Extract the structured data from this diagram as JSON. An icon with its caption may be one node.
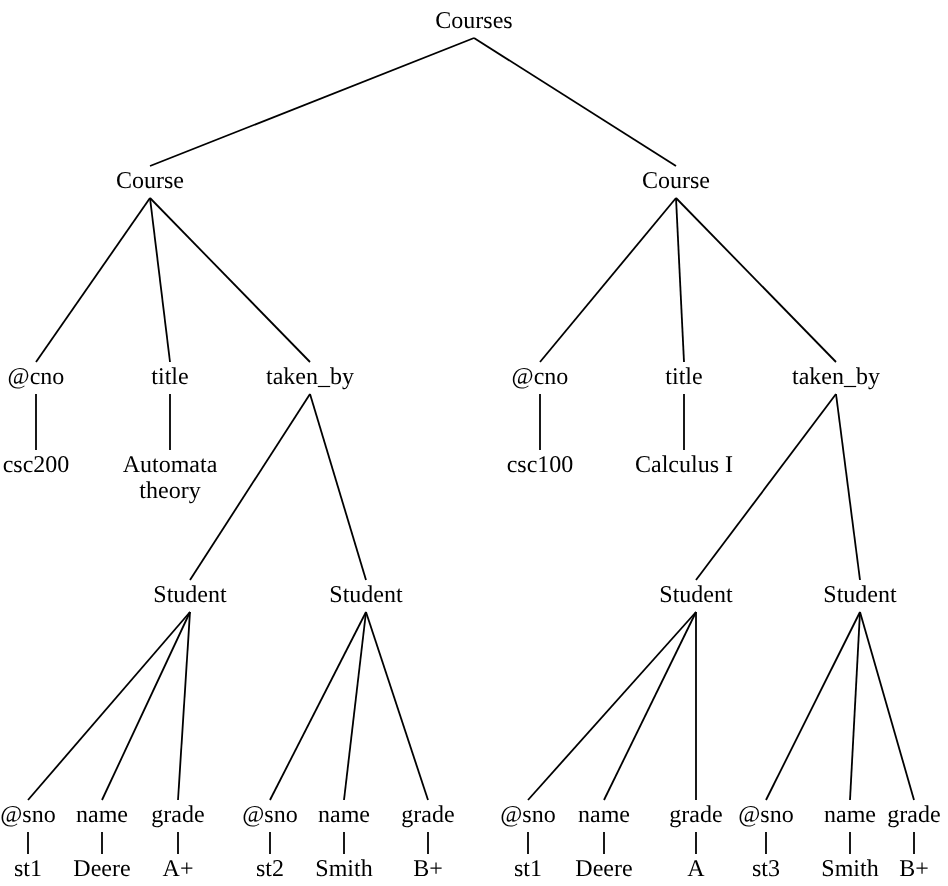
{
  "diagram": {
    "nodes": [
      {
        "text": [
          "Courses"
        ]
      },
      {
        "text": [
          "Course"
        ]
      },
      {
        "text": [
          "Course"
        ]
      },
      {
        "text": [
          "@cno"
        ]
      },
      {
        "text": [
          "title"
        ]
      },
      {
        "text": [
          "taken_by"
        ]
      },
      {
        "text": [
          "@cno"
        ]
      },
      {
        "text": [
          "title"
        ]
      },
      {
        "text": [
          "taken_by"
        ]
      },
      {
        "text": [
          "csc200"
        ]
      },
      {
        "text": [
          "Automata theory"
        ]
      },
      {
        "text": [
          "csc100"
        ]
      },
      {
        "text": [
          "Calculus I"
        ]
      },
      {
        "text": [
          "Student"
        ]
      },
      {
        "text": [
          "Student"
        ]
      },
      {
        "text": [
          "Student"
        ]
      },
      {
        "text": [
          "Student"
        ]
      },
      {
        "text": [
          "@sno"
        ]
      },
      {
        "text": [
          "name"
        ]
      },
      {
        "text": [
          "grade"
        ]
      },
      {
        "text": [
          "@sno"
        ]
      },
      {
        "text": [
          "name"
        ]
      },
      {
        "text": [
          "grade"
        ]
      },
      {
        "text": [
          "@sno"
        ]
      },
      {
        "text": [
          "name"
        ]
      },
      {
        "text": [
          "grade"
        ]
      },
      {
        "text": [
          "@sno"
        ]
      },
      {
        "text": [
          "name"
        ]
      },
      {
        "text": [
          "grade"
        ]
      },
      {
        "text": [
          "st1"
        ]
      },
      {
        "text": [
          "Deere"
        ]
      },
      {
        "text": [
          "A+"
        ]
      },
      {
        "text": [
          "st2"
        ]
      },
      {
        "text": [
          "Smith"
        ]
      },
      {
        "text": [
          "B+"
        ]
      },
      {
        "text": [
          "st1"
        ]
      },
      {
        "text": [
          "Deere"
        ]
      },
      {
        "text": [
          "A"
        ]
      },
      {
        "text": [
          "st3"
        ]
      },
      {
        "text": [
          "Smith"
        ]
      },
      {
        "text": [
          "B+"
        ]
      }
    ],
    "edges": [
      {
        "from": 0,
        "to": 1,
        "arrow": "none"
      },
      {
        "from": 0,
        "to": 2,
        "arrow": "none"
      },
      {
        "from": 1,
        "to": 3,
        "arrow": "none"
      },
      {
        "from": 1,
        "to": 4,
        "arrow": "none"
      },
      {
        "from": 1,
        "to": 5,
        "arrow": "none"
      },
      {
        "from": 2,
        "to": 6,
        "arrow": "none"
      },
      {
        "from": 2,
        "to": 7,
        "arrow": "none"
      },
      {
        "from": 2,
        "to": 8,
        "arrow": "none"
      },
      {
        "from": 3,
        "to": 9,
        "arrow": "none"
      },
      {
        "from": 4,
        "to": 10,
        "arrow": "none"
      },
      {
        "from": 6,
        "to": 11,
        "arrow": "none"
      },
      {
        "from": 7,
        "to": 12,
        "arrow": "none"
      },
      {
        "from": 5,
        "to": 13,
        "arrow": "none"
      },
      {
        "from": 5,
        "to": 14,
        "arrow": "none"
      },
      {
        "from": 8,
        "to": 15,
        "arrow": "none"
      },
      {
        "from": 8,
        "to": 16,
        "arrow": "none"
      },
      {
        "from": 13,
        "to": 17,
        "arrow": "none"
      },
      {
        "from": 13,
        "to": 18,
        "arrow": "none"
      },
      {
        "from": 13,
        "to": 19,
        "arrow": "none"
      },
      {
        "from": 14,
        "to": 20,
        "arrow": "none"
      },
      {
        "from": 14,
        "to": 21,
        "arrow": "none"
      },
      {
        "from": 14,
        "to": 22,
        "arrow": "none"
      },
      {
        "from": 15,
        "to": 23,
        "arrow": "none"
      },
      {
        "from": 15,
        "to": 24,
        "arrow": "none"
      },
      {
        "from": 15,
        "to": 25,
        "arrow": "none"
      },
      {
        "from": 16,
        "to": 26,
        "arrow": "none"
      },
      {
        "from": 16,
        "to": 27,
        "arrow": "none"
      },
      {
        "from": 16,
        "to": 28,
        "arrow": "none"
      },
      {
        "from": 17,
        "to": 29,
        "arrow": "none"
      },
      {
        "from": 18,
        "to": 30,
        "arrow": "none"
      },
      {
        "from": 19,
        "to": 31,
        "arrow": "none"
      },
      {
        "from": 20,
        "to": 32,
        "arrow": "none"
      },
      {
        "from": 21,
        "to": 33,
        "arrow": "none"
      },
      {
        "from": 22,
        "to": 34,
        "arrow": "none"
      },
      {
        "from": 23,
        "to": 35,
        "arrow": "none"
      },
      {
        "from": 24,
        "to": 36,
        "arrow": "none"
      },
      {
        "from": 25,
        "to": 37,
        "arrow": "none"
      },
      {
        "from": 26,
        "to": 38,
        "arrow": "none"
      },
      {
        "from": 27,
        "to": 39,
        "arrow": "none"
      },
      {
        "from": 28,
        "to": 40,
        "arrow": "none"
      }
    ]
  }
}
